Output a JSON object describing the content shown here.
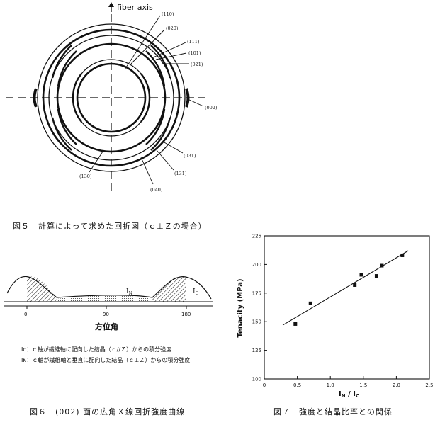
{
  "figure5": {
    "axis_label": "fiber axis",
    "reflections": [
      "(110)",
      "(020)",
      "(111)",
      "(101)",
      "(021)",
      "(002)",
      "(031)",
      "(131)",
      "(040)",
      "(130)"
    ],
    "caption": "図５　計算によって求めた回折図（ｃ⊥Ｚの場合）"
  },
  "figure6": {
    "x_ticks": [
      "0",
      "90",
      "180"
    ],
    "xlabel": "方位角",
    "label_in": "I",
    "label_in_sub": "N",
    "label_ic": "I",
    "label_ic_sub": "C",
    "legend": [
      "Iᴄ：ｃ軸が繊維軸に配向した結晶（ｃ//Ｚ）からの積分強度",
      "Iɴ：ｃ軸が繊維軸と垂直に配向した結晶（ｃ⊥Ｚ）からの積分強度"
    ],
    "caption": "図６　(002) 面の広角Ｘ線回折強度曲線"
  },
  "figure7": {
    "caption": "図７　強度と結晶比率との関係"
  },
  "chart_data": {
    "type": "scatter",
    "xlabel": "I",
    "xlabel_sub_1": "N",
    "xlabel_slash": " / I",
    "xlabel_sub_2": "C",
    "ylabel": "Tenacity (MPa)",
    "xlim": [
      0,
      2.5
    ],
    "ylim": [
      100,
      225
    ],
    "x_ticks": [
      "0",
      "0.5",
      "1.0",
      "1.5",
      "2.0",
      "2.5"
    ],
    "y_ticks": [
      "100",
      "125",
      "150",
      "175",
      "200",
      "225"
    ],
    "series": [
      {
        "x": [
          0.47,
          0.7,
          1.37,
          1.47,
          1.7,
          1.78,
          2.09
        ],
        "y": [
          148,
          166,
          182,
          191,
          190,
          199,
          208
        ]
      }
    ],
    "fit_line": {
      "x": [
        0.28,
        2.18
      ],
      "y": [
        147,
        212
      ]
    },
    "grid": false
  }
}
